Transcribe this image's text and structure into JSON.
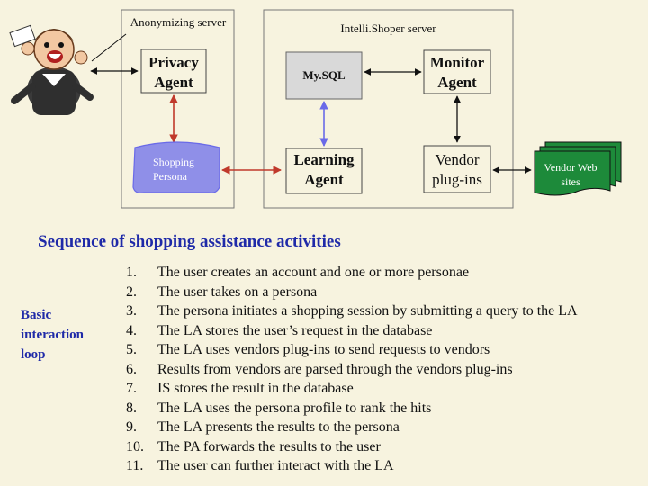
{
  "diagram": {
    "anonymizing_server_label": "Anonymizing server",
    "intellishoper_server_label": "Intelli.Shoper server",
    "privacy_agent": "Privacy Agent",
    "shopping_persona": "Shopping Persona",
    "mysql": "My.SQL",
    "learning_agent": "Learning Agent",
    "monitor_agent": "Monitor Agent",
    "vendor_plugins": "Vendor plug-ins",
    "vendor_websites": "Vendor Web sites"
  },
  "section_heading": "Sequence of shopping assistance activities",
  "loop_label": "Basic interaction loop",
  "steps": [
    {
      "num": "1.",
      "text": "The user creates an account and one or more personae"
    },
    {
      "num": "2.",
      "text": "The user takes on a persona"
    },
    {
      "num": "3.",
      "text": "The persona initiates a shopping session by submitting a query to the LA"
    },
    {
      "num": "4.",
      "text": "The LA stores the user’s request in the database"
    },
    {
      "num": "5.",
      "text": "The LA uses vendors plug-ins to send requests to vendors"
    },
    {
      "num": "6.",
      "text": "Results from vendors are parsed through the vendors plug-ins"
    },
    {
      "num": "7.",
      "text": "IS stores the result in the database"
    },
    {
      "num": "8.",
      "text": "The LA uses the persona profile to rank the hits"
    },
    {
      "num": "9.",
      "text": "The LA presents the results to the persona"
    },
    {
      "num": "10.",
      "text": "The PA forwards the results to the user"
    },
    {
      "num": "11.",
      "text": "The user can further interact with the LA"
    }
  ],
  "colors": {
    "background": "#f7f3df",
    "heading": "#1f2aa8",
    "persona_fill": "#8f8fe8",
    "mysql_fill": "#d9d9d9",
    "vendor_sites_fill": "#1d8a3a",
    "arrow_red": "#c0392b",
    "arrow_blue": "#6a6ae8"
  },
  "icons": {
    "user": "cartoon-shopper-icon"
  }
}
